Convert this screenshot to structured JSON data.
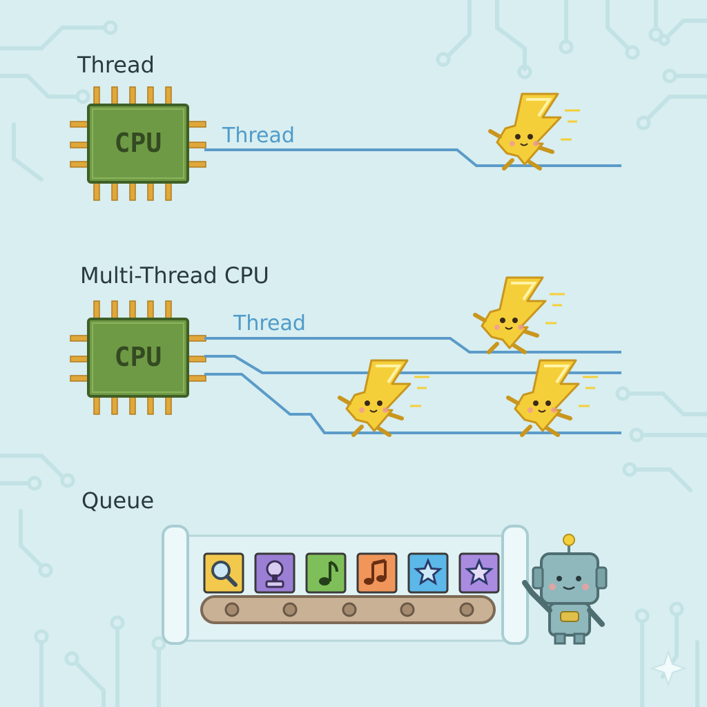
{
  "sections": {
    "single": {
      "title": "Thread",
      "thread_label": "Thread",
      "cpu_label": "CPU"
    },
    "multi": {
      "title": "Multi-Thread CPU",
      "thread_label": "Thread",
      "cpu_label": "CPU"
    },
    "queue": {
      "title": "Queue",
      "items": [
        {
          "icon": "magnifier-icon",
          "color": "#f2c94c"
        },
        {
          "icon": "joystick-icon",
          "color": "#9b7fd4"
        },
        {
          "icon": "music-note-icon",
          "color": "#7fbf5a"
        },
        {
          "icon": "music-notes-icon",
          "color": "#f0965a"
        },
        {
          "icon": "star-icon",
          "color": "#5bb8e8"
        },
        {
          "icon": "star-icon",
          "color": "#a98be0"
        }
      ]
    }
  },
  "colors": {
    "background": "#d8eef0",
    "cpu_body": "#6f9a45",
    "cpu_pins": "#e0a83a",
    "thread_line": "#5b9bc9",
    "bolt": "#f5cf3a",
    "robot": "#8fb8bc"
  }
}
